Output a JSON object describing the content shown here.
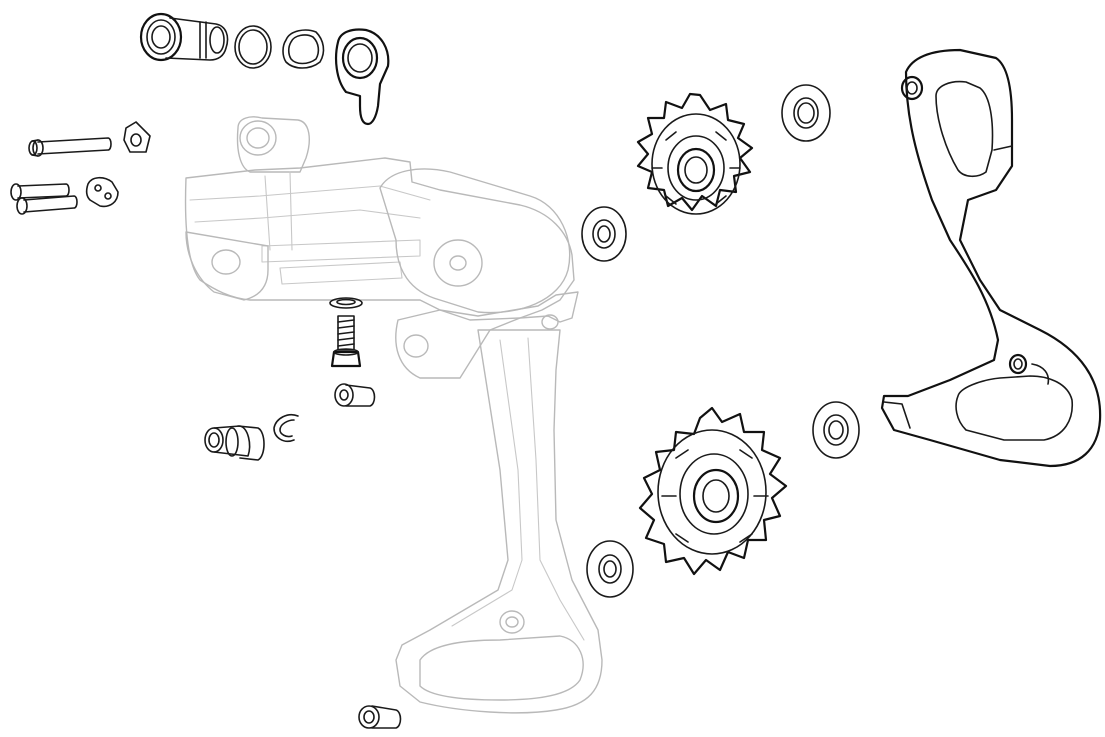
{
  "diagram": {
    "type": "exploded-parts-view",
    "subject": "rear derailleur",
    "ink_color": "#1a1a1a",
    "ghost_color": "#b9b9b9",
    "background": "#ffffff",
    "parts": [
      "b-bolt-bushing",
      "o-ring",
      "square-seal",
      "b-tension-plate",
      "long-pin-bolt",
      "small-triangular-nut",
      "twin-pin-bolts",
      "double-hole-washer",
      "cable-washer",
      "cable-anchor-bolt",
      "flanged-nut",
      "c-clip",
      "pivot-axle",
      "derailleur-body-ghost",
      "upper-pulley-washer-outer",
      "upper-jockey-wheel",
      "upper-pulley-washer-inner",
      "lower-pulley-washer-inner",
      "lower-jockey-wheel",
      "lower-pulley-washer-outer",
      "outer-cage-plate",
      "cage-bottom-bolt"
    ]
  }
}
